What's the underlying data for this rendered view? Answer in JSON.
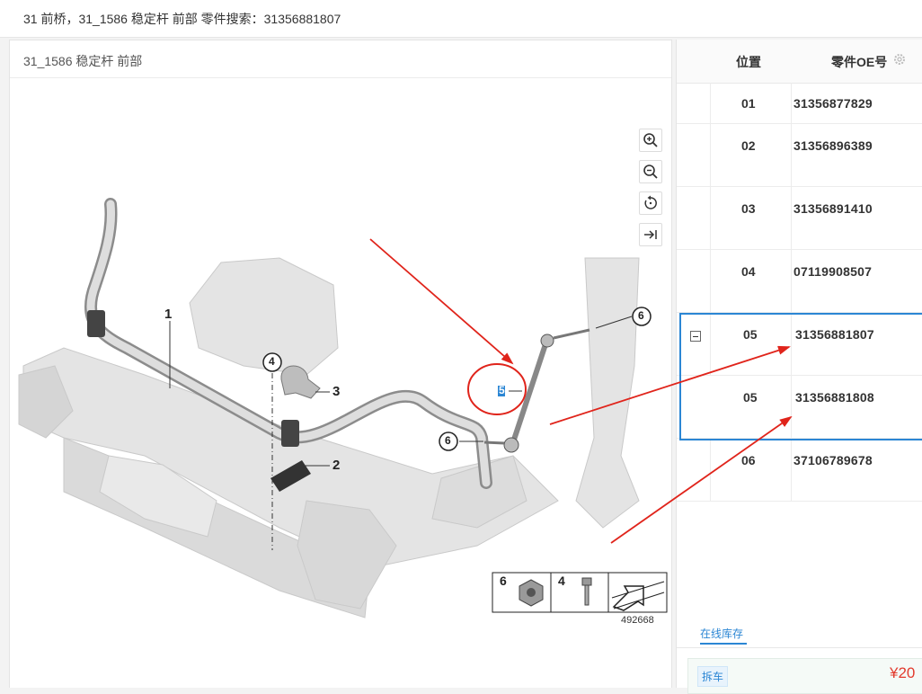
{
  "top": {
    "breadcrumb": "31 前桥，31_1586 稳定杆 前部 零件搜索：31356881807"
  },
  "diagram": {
    "title": "31_1586 稳定杆 前部",
    "callouts": {
      "c1": "1",
      "c2": "2",
      "c3": "3",
      "c4": "4",
      "c5": "5",
      "c6a": "6",
      "c6b": "6"
    },
    "legend": {
      "n6": "6",
      "n4": "4",
      "ref": "492668"
    },
    "tools": [
      "zoom-in-icon",
      "zoom-out-icon",
      "reset-rotate-icon",
      "collapse-panel-icon"
    ]
  },
  "table": {
    "header": {
      "pos": "位置",
      "oe": "零件OE号"
    },
    "rows": [
      {
        "pos": "01",
        "oe": "31356877829"
      },
      {
        "pos": "02",
        "oe": "31356896389"
      },
      {
        "pos": "03",
        "oe": "31356891410"
      },
      {
        "pos": "04",
        "oe": "07119908507"
      },
      {
        "pos": "05",
        "oe": "31356881807"
      },
      {
        "pos": "05",
        "oe": "31356881808"
      },
      {
        "pos": "06",
        "oe": "37106789678"
      }
    ]
  },
  "stock": {
    "tab": "在线库存",
    "tag": "拆车",
    "price": "¥20"
  },
  "colors": {
    "accent": "#2b86d4",
    "annotation": "#e0241b",
    "price": "#e23b2e"
  }
}
